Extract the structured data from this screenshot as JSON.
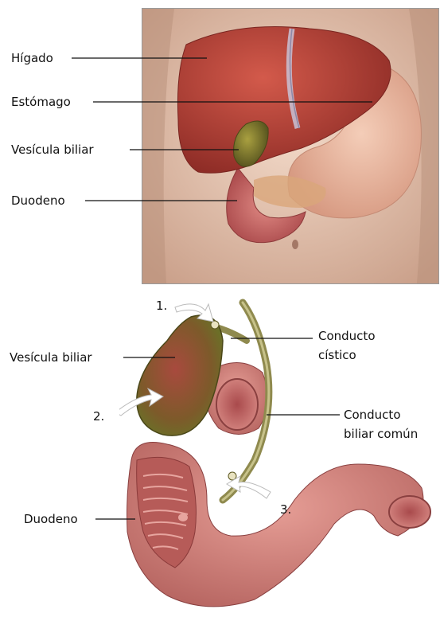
{
  "top_diagram": {
    "labels": {
      "liver": "Hígado",
      "stomach": "Estómago",
      "gallbladder": "Vesícula biliar",
      "duodenum": "Duodeno"
    }
  },
  "bottom_diagram": {
    "labels": {
      "gallbladder": "Vesícula biliar",
      "cystic_duct_line1": "Conducto",
      "cystic_duct_line2": "cístico",
      "common_bile_duct_line1": "Conducto",
      "common_bile_duct_line2": "biliar común",
      "duodenum": "Duodeno"
    },
    "markers": [
      "1.",
      "2.",
      "3."
    ]
  },
  "colors": {
    "liver": "#b8433a",
    "stomach": "#e9b49e",
    "gallbladder": "#7e7a2c",
    "duodenum": "#c96a66",
    "skin": "#e8cbb8",
    "duct": "#8f8a4e"
  }
}
